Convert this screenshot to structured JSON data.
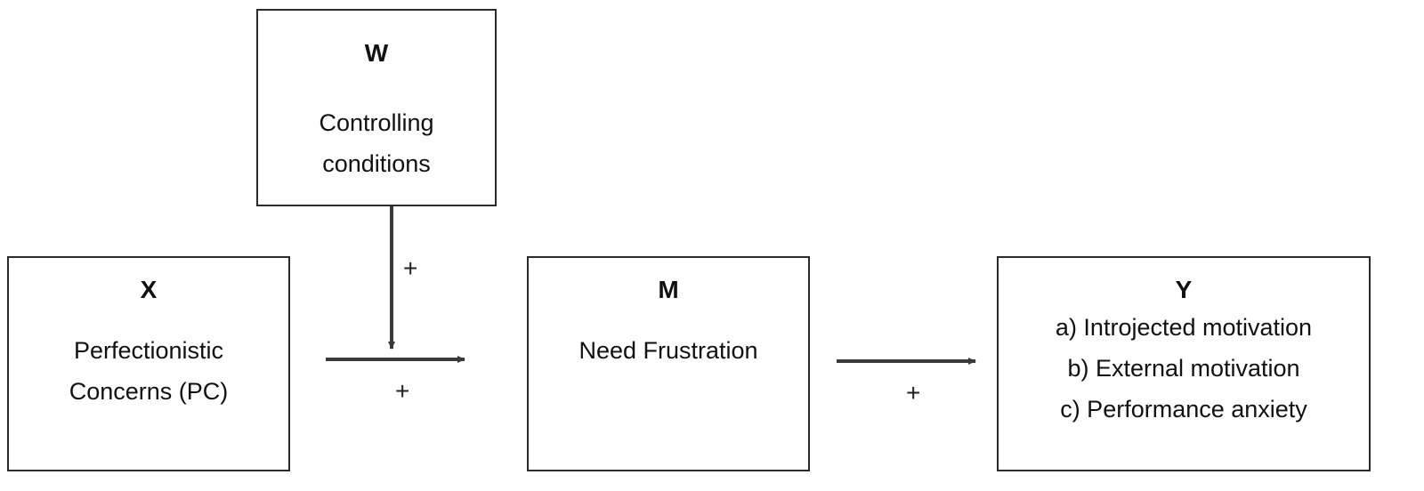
{
  "boxes": {
    "w": {
      "letter": "W",
      "lines": [
        "Controlling",
        "conditions"
      ]
    },
    "x": {
      "letter": "X",
      "lines": [
        "Perfectionistic",
        "Concerns (PC)"
      ]
    },
    "m": {
      "letter": "M",
      "lines": [
        "Need Frustration"
      ]
    },
    "y": {
      "letter": "Y",
      "lines": [
        "a) Introjected motivation",
        "b) External motivation",
        "c) Performance anxiety"
      ]
    }
  },
  "signs": {
    "moderation": "+",
    "x_to_m": "+",
    "m_to_y": "+"
  }
}
